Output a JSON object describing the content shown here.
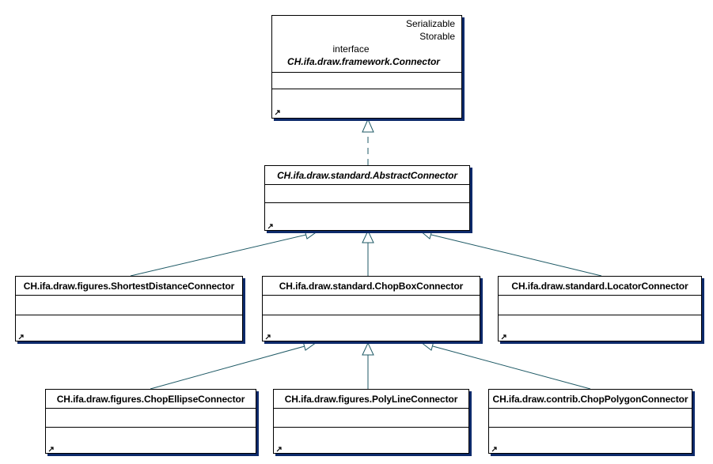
{
  "diagram": {
    "interface": {
      "stereotypes": [
        "Serializable",
        "Storable"
      ],
      "keyword": "interface",
      "name": "CH.ifa.draw.framework.Connector"
    },
    "classes": {
      "abstract_connector": {
        "name": "CH.ifa.draw.standard.AbstractConnector",
        "abstract": true
      },
      "shortest_distance": {
        "name": "CH.ifa.draw.figures.ShortestDistanceConnector"
      },
      "chop_box": {
        "name": "CH.ifa.draw.standard.ChopBoxConnector"
      },
      "locator": {
        "name": "CH.ifa.draw.standard.LocatorConnector"
      },
      "chop_ellipse": {
        "name": "CH.ifa.draw.figures.ChopEllipseConnector"
      },
      "poly_line": {
        "name": "CH.ifa.draw.figures.PolyLineConnector"
      },
      "chop_polygon": {
        "name": "CH.ifa.draw.contrib.ChopPolygonConnector"
      }
    },
    "relationships": [
      {
        "from": "abstract_connector",
        "to": "interface",
        "kind": "realization"
      },
      {
        "from": "shortest_distance",
        "to": "abstract_connector",
        "kind": "generalization"
      },
      {
        "from": "chop_box",
        "to": "abstract_connector",
        "kind": "generalization"
      },
      {
        "from": "locator",
        "to": "abstract_connector",
        "kind": "generalization"
      },
      {
        "from": "chop_ellipse",
        "to": "chop_box",
        "kind": "generalization"
      },
      {
        "from": "poly_line",
        "to": "chop_box",
        "kind": "generalization"
      },
      {
        "from": "chop_polygon",
        "to": "chop_box",
        "kind": "generalization"
      }
    ],
    "colors": {
      "edge": "#1f5a66",
      "shadow": "#0d2a6b",
      "border": "#000000"
    }
  }
}
